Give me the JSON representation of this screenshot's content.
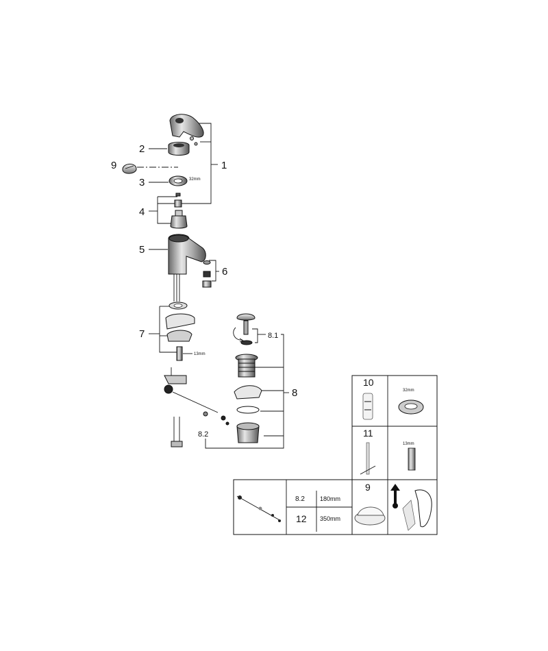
{
  "callouts": {
    "c1": "1",
    "c2": "2",
    "c3": "3",
    "c4": "4",
    "c5": "5",
    "c6": "6",
    "c7": "7",
    "c8": "8",
    "c81": "8.1",
    "c82": "8.2",
    "c9": "9"
  },
  "dimensions": {
    "nut_size": "32mm",
    "rod_size": "13mm"
  },
  "spare_table": {
    "row10": {
      "number": "10",
      "size_label": "32mm"
    },
    "row11": {
      "number": "11",
      "size_label": "13mm"
    },
    "row9": {
      "number": "9"
    },
    "rod_rows": [
      {
        "part": "8.2",
        "length": "180mm"
      },
      {
        "part": "12",
        "length": "350mm"
      }
    ]
  },
  "icons": [
    "faucet-lever-icon",
    "thermometer-icon",
    "water-flow-icon",
    "cartridge-icon",
    "rod-icon",
    "nut-icon",
    "cap-icon"
  ]
}
